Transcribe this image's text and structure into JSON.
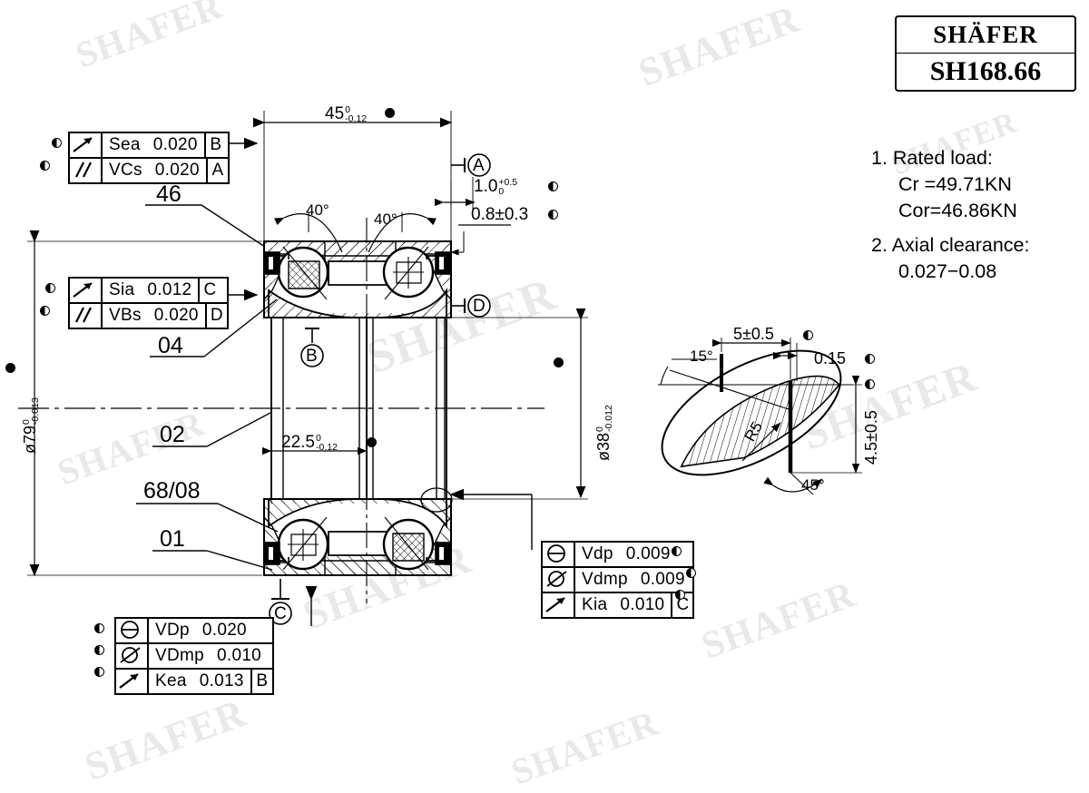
{
  "logo": {
    "brand": "SHÄFER",
    "part_code": "SH168.66"
  },
  "watermark_text": "SHAFER",
  "notes": {
    "note1_label": "1. Rated load:",
    "note1_cr": "Cr  =49.71KN",
    "note1_cor": "Cor=46.86KN",
    "note2_label": "2. Axial clearance:",
    "note2_value": "0.027−0.08"
  },
  "fcf_top_left": {
    "rows": [
      {
        "symbol": "angularity-arrow",
        "label": "Sea",
        "value": "0.020",
        "datum": "B"
      },
      {
        "symbol": "parallelism",
        "label": "VCs",
        "value": "0.020",
        "datum": "A"
      }
    ]
  },
  "fcf_mid_left": {
    "rows": [
      {
        "symbol": "angularity-arrow",
        "label": "Sia",
        "value": "0.012",
        "datum": "C"
      },
      {
        "symbol": "parallelism",
        "label": "VBs",
        "value": "0.020",
        "datum": "D"
      }
    ]
  },
  "fcf_bottom_left": {
    "rows": [
      {
        "symbol": "circle-bar",
        "label": "VDp",
        "value": "0.020",
        "datum": ""
      },
      {
        "symbol": "circle-slash",
        "label": "VDmp",
        "value": "0.010",
        "datum": ""
      },
      {
        "symbol": "angularity-arrow",
        "label": "Kea",
        "value": "0.013",
        "datum": "B"
      }
    ]
  },
  "fcf_bottom_right": {
    "rows": [
      {
        "symbol": "circle-bar",
        "label": "Vdp",
        "value": "0.009",
        "datum": ""
      },
      {
        "symbol": "circle-slash",
        "label": "Vdmp",
        "value": "0.009",
        "datum": ""
      },
      {
        "symbol": "angularity-arrow",
        "label": "Kia",
        "value": "0.010",
        "datum": "C"
      }
    ]
  },
  "part_callouts": [
    {
      "id": "callout-46",
      "label": "46"
    },
    {
      "id": "callout-04",
      "label": "04"
    },
    {
      "id": "callout-02",
      "label": "02"
    },
    {
      "id": "callout-6808",
      "label": "68/08"
    },
    {
      "id": "callout-01",
      "label": "01"
    }
  ],
  "datums": [
    {
      "id": "datum-a",
      "label": "A"
    },
    {
      "id": "datum-b",
      "label": "B"
    },
    {
      "id": "datum-c",
      "label": "C"
    },
    {
      "id": "datum-d",
      "label": "D"
    }
  ],
  "dimensions": {
    "width_overall": {
      "value": "45",
      "tol_upper": "0",
      "tol_lower": "-0.12"
    },
    "inner_width": {
      "value": "22.5",
      "tol_upper": "0",
      "tol_lower": "-0.12"
    },
    "outer_dia": {
      "value": "ø79",
      "tol_upper": "0",
      "tol_lower": "-0.013"
    },
    "inner_dia": {
      "value": "ø38",
      "tol_upper": "0",
      "tol_lower": "-0.012"
    },
    "step_1": {
      "value": "1.0",
      "tol_upper": "+0.5",
      "tol_lower": "0"
    },
    "step_2": "0.8±0.3",
    "contact_angle_left": "40°",
    "contact_angle_right": "40°"
  },
  "detail_view": {
    "angle_lead": "15°",
    "width": "5±0.5",
    "gap": "0.15",
    "height": "4.5±0.5",
    "radius": "R5",
    "chamfer_angle": "45°"
  }
}
